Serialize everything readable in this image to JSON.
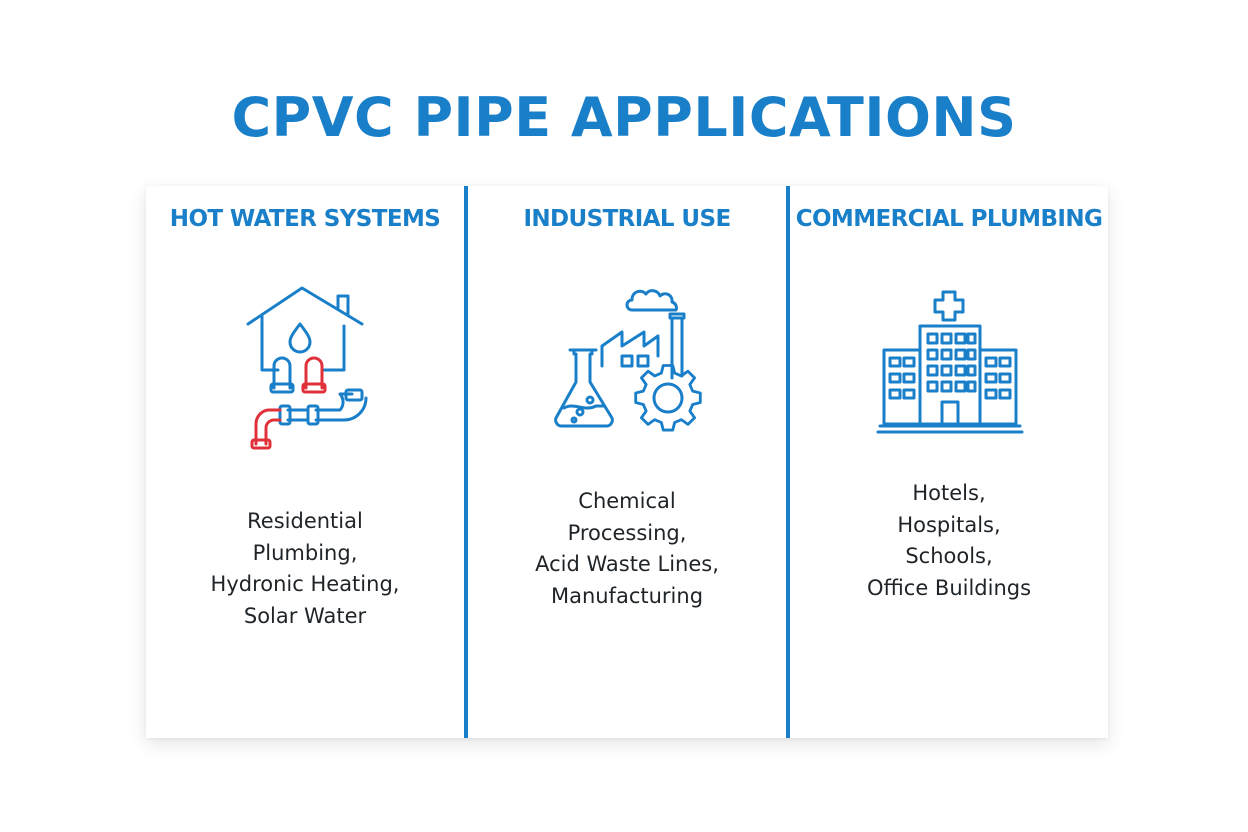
{
  "title": "CPVC PIPE APPLICATIONS",
  "columns": [
    {
      "heading": "HOT WATER SYSTEMS",
      "icon": "house-water-pipes-icon",
      "lines": [
        "Residential",
        "Plumbing,",
        "Hydronic Heating,",
        "Solar Water"
      ]
    },
    {
      "heading": "INDUSTRIAL USE",
      "icon": "factory-flask-gear-icon",
      "lines": [
        "Chemical",
        "Processing,",
        "Acid Waste Lines,",
        "Manufacturing"
      ]
    },
    {
      "heading": "COMMERCIAL PLUMBING",
      "icon": "hospital-building-icon",
      "lines": [
        "Hotels,",
        "Hospitals,",
        "Schools,",
        "Office Buildings"
      ]
    }
  ],
  "colors": {
    "accent": "#1a7fc9",
    "hot": "#e0303a",
    "text": "#1f2428",
    "background": "#ffffff"
  }
}
